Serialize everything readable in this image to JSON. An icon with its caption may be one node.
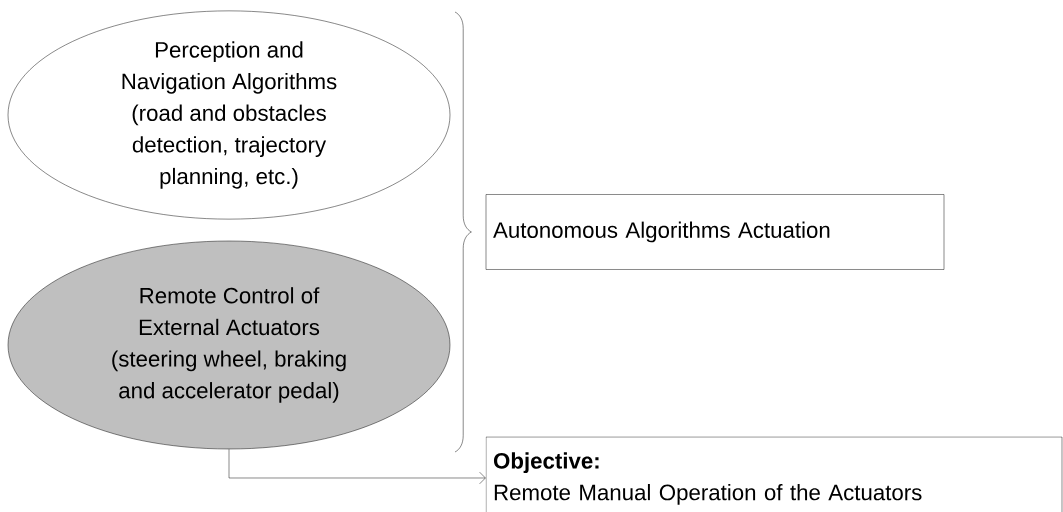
{
  "diagram": {
    "nodes": [
      {
        "text": [
          "Perception and Navigation Algorithms (road and obstacles detection, trajectory planning, etc.)"
        ]
      },
      {
        "text": [
          "Remote Control of External Actuators (steering wheel, braking and accelerator pedal)"
        ]
      },
      {
        "text": [
          "Autonomous Algorithms Actuation"
        ]
      },
      {
        "text": [
          "Objective:",
          "Remote Manual Operation of the Actuators"
        ]
      }
    ],
    "edges": [
      {
        "from": 1,
        "to": 3,
        "arrow": "to"
      }
    ]
  }
}
